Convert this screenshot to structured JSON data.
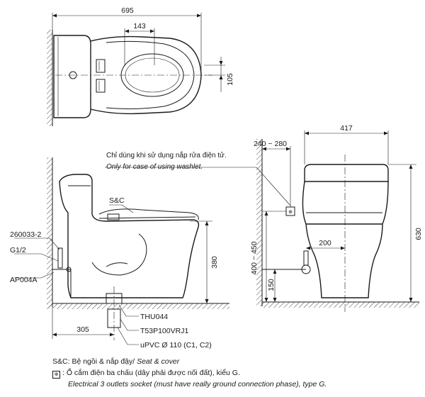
{
  "top_view": {
    "dim_width": "695",
    "dim_seat_width": "143",
    "dim_bolt_offset": "105"
  },
  "side_view": {
    "label_sc": "S&C",
    "label_part_1": "260033-2",
    "label_part_2": "G1/2",
    "label_part_3": "AP004A",
    "label_part_4": "THU044",
    "label_part_5": "T53P100VRJ1",
    "label_part_6": "uPVC Ø 110 (C1, C2)",
    "dim_height": "380",
    "dim_rough_in": "305"
  },
  "front_view": {
    "note_vi": "Chỉ dùng khi sử dụng nắp rửa điện tử.",
    "note_en": "Only for case of using washlet.",
    "dim_socket_offset": "240 ~ 280",
    "dim_width": "417",
    "dim_height": "630",
    "dim_supply_offset": "200",
    "dim_socket_height": "400 ~ 450",
    "dim_supply_height": "150"
  },
  "legend": {
    "sc_key": "S&C:",
    "sc_vi": "Bệ ngồi & nắp đậy/",
    "sc_en": "Seat & cover",
    "socket_vi": ": Ổ cắm điện ba chấu (dây phải được nối đất), kiểu G.",
    "socket_en": "Electrical 3 outlets socket (must have really ground connection phase), type G."
  }
}
